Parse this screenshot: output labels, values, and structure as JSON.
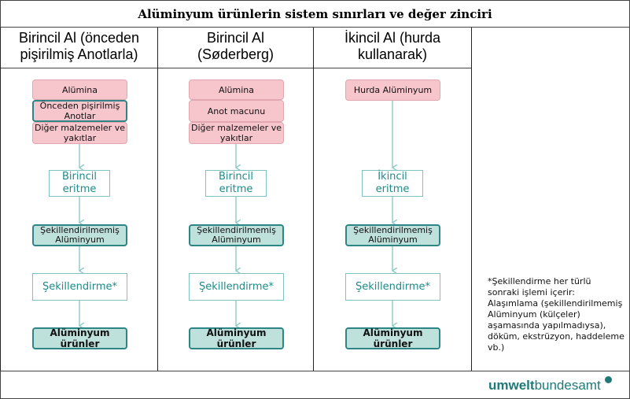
{
  "title": "Alüminyum ürünlerin sistem sınırları ve değer zinciri",
  "columns": [
    {
      "heading_line1": "Birincil Al (önceden",
      "heading_line2": "pişirilmiş Anotlarla)",
      "inputs": [
        "Alümina",
        "Önceden pişirilmiş Anotlar",
        "Diğer malzemeler ve yakıtlar"
      ],
      "melt": "Birincil eritme",
      "unshaped": "Şekillendirilmemiş Alüminyum",
      "shaping": "Şekillendirme*",
      "products": "Alüminyum ürünler"
    },
    {
      "heading_line1": "Birincil Al",
      "heading_line2": "(Søderberg)",
      "inputs": [
        "Alümina",
        "Anot macunu",
        "Diğer malzemeler ve yakıtlar"
      ],
      "melt": "Birincil eritme",
      "unshaped": "Şekillendirilmemiş Alüminyum",
      "shaping": "Şekillendirme*",
      "products": "Alüminyum ürünler"
    },
    {
      "heading_line1": "İkincil Al (hurda",
      "heading_line2": "kullanarak)",
      "inputs": [
        "Hurda Alüminyum"
      ],
      "melt": "İkincil eritme",
      "unshaped": "Şekillendirilmemiş Alüminyum",
      "shaping": "Şekillendirme*",
      "products": "Alüminyum ürünler"
    }
  ],
  "note": "*Şekillendirme her türlü sonraki işlemi içerir: Alaşımlama (şekillendirilmemiş Alüminyum (külçeler) aşamasında yapılmadıysa), döküm, ekstrüzyon, haddeleme vb.)",
  "logo": {
    "part1": "umwelt",
    "part2": "bundesamt"
  },
  "colors": {
    "pink": "#f7c5cc",
    "teal_fill": "#bfe1dc",
    "teal_border": "#2e8585",
    "teal_text": "#1e8a89",
    "arrow": "#8fc9c6"
  }
}
